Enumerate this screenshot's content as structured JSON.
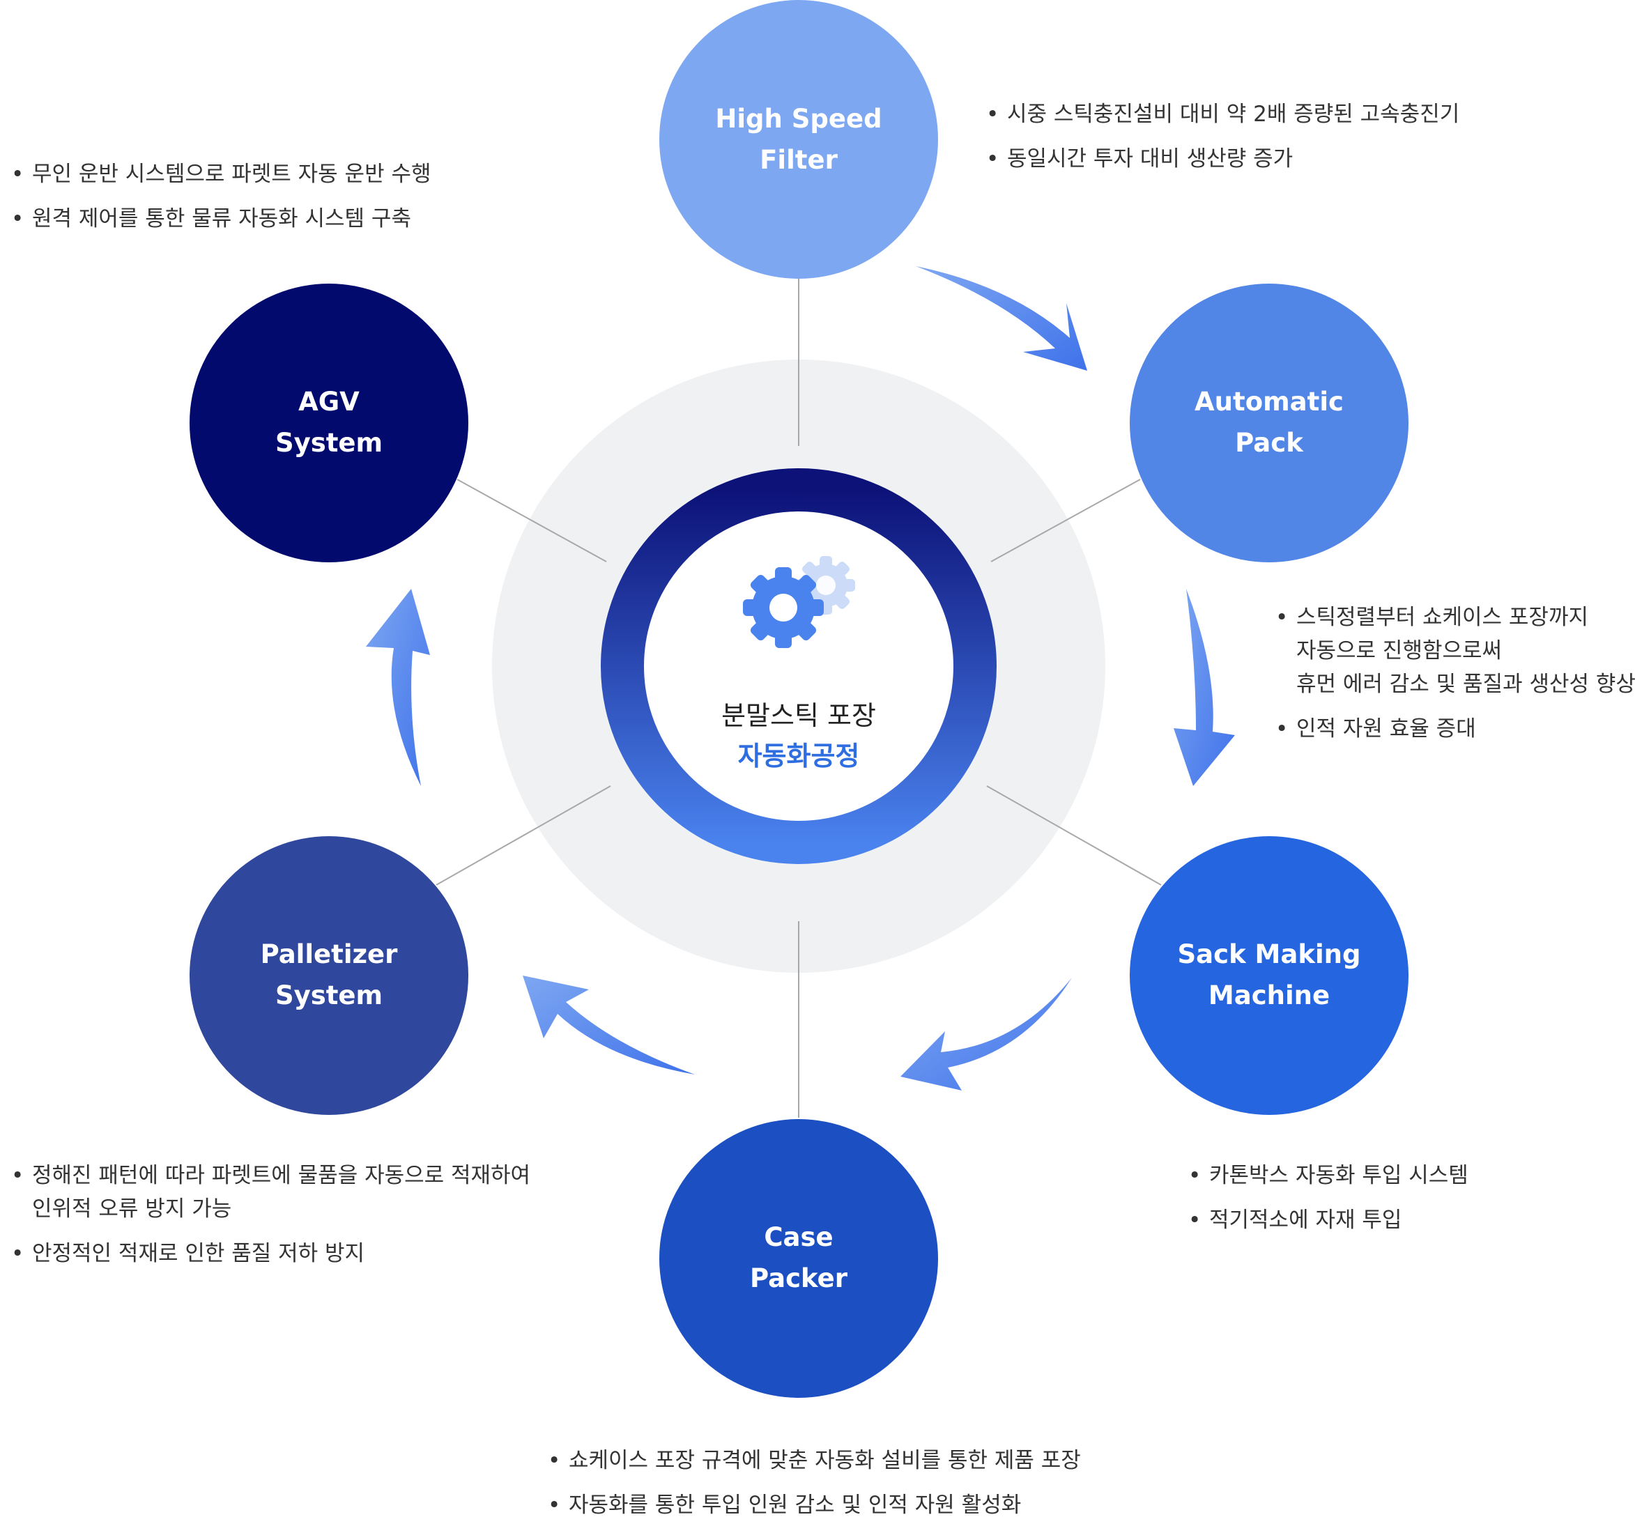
{
  "center": {
    "line1": "분말스틱 포장",
    "line2": "자동화공정",
    "icon": "gears-icon"
  },
  "colors": {
    "high_speed_filter": "#7ea7f2",
    "automatic_pack": "#5286e6",
    "sack_making": "#2565df",
    "case_packer": "#1b4fc2",
    "palletizer": "#2f479c",
    "agv": "#020a6e",
    "ring_top": "#0c1278",
    "ring_bottom": "#4a82ee",
    "halo": "#f0f1f3",
    "arrow": "#3f72ea",
    "arrow_light": "#7ea7f2",
    "center_accent": "#2f6ee0"
  },
  "nodes": {
    "high_speed_filter": {
      "line1": "High Speed",
      "line2": "Filter",
      "notes": [
        [
          "시중 스틱충진설비 대비 약 2배 증량된 고속충진기"
        ],
        [
          "동일시간 투자 대비 생산량 증가"
        ]
      ]
    },
    "automatic_pack": {
      "line1": "Automatic",
      "line2": "Pack",
      "notes": [
        [
          "스틱정렬부터 쇼케이스 포장까지",
          "자동으로 진행함으로써",
          "휴먼 에러 감소 및 품질과 생산성 향상"
        ],
        [
          "인적 자원 효율 증대"
        ]
      ]
    },
    "sack_making": {
      "line1": "Sack Making",
      "line2": "Machine",
      "notes": [
        [
          "카톤박스 자동화 투입 시스템"
        ],
        [
          "적기적소에 자재 투입"
        ]
      ]
    },
    "case_packer": {
      "line1": "Case",
      "line2": "Packer",
      "notes": [
        [
          "쇼케이스 포장 규격에 맞춘 자동화 설비를 통한 제품 포장"
        ],
        [
          "자동화를 통한 투입 인원 감소 및 인적 자원 활성화"
        ]
      ]
    },
    "palletizer": {
      "line1": "Palletizer",
      "line2": "System",
      "notes": [
        [
          "정해진 패턴에 따라 파렛트에 물품을 자동으로 적재하여",
          "인위적 오류 방지 가능"
        ],
        [
          "안정적인 적재로 인한 품질 저하 방지"
        ]
      ]
    },
    "agv": {
      "line1": "AGV",
      "line2": "System",
      "notes": [
        [
          "무인 운반 시스템으로 파렛트 자동 운반 수행"
        ],
        [
          "원격 제어를 통한 물류 자동화 시스템 구축"
        ]
      ]
    }
  }
}
